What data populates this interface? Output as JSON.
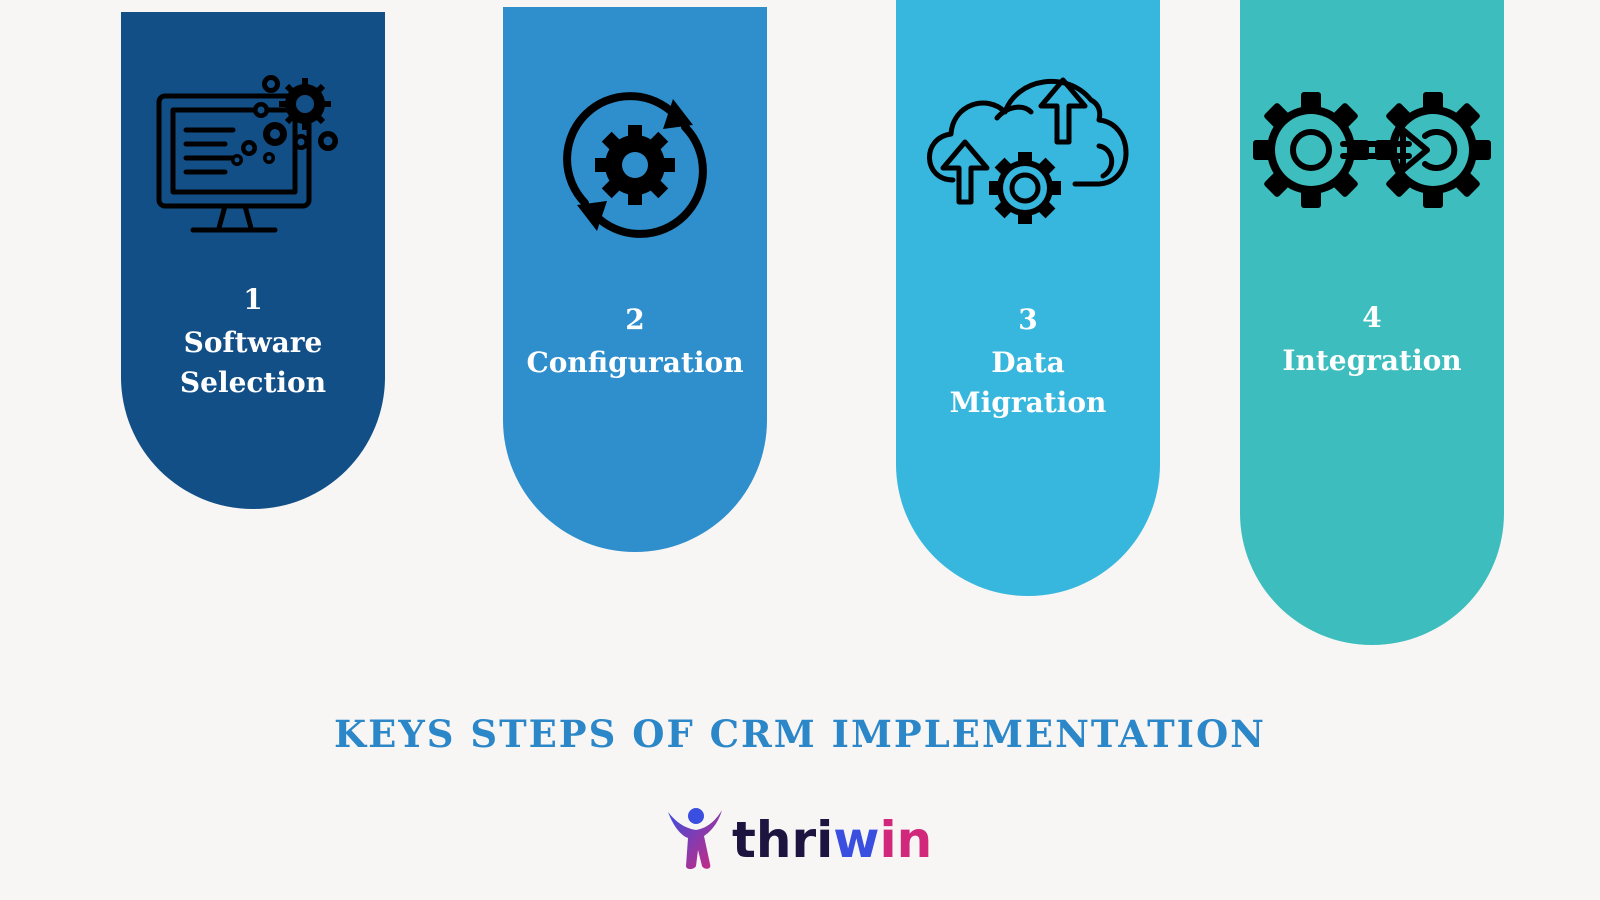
{
  "steps": [
    {
      "number": "1",
      "title_lines": [
        "Software",
        "Selection"
      ],
      "icon": "computer-gears-icon",
      "color": "#134f87"
    },
    {
      "number": "2",
      "title_lines": [
        "Configuration"
      ],
      "icon": "gear-refresh-icon",
      "color": "#2f8ecc"
    },
    {
      "number": "3",
      "title_lines": [
        "Data",
        "Migration"
      ],
      "icon": "cloud-upload-gear-icon",
      "color": "#37b6de"
    },
    {
      "number": "4",
      "title_lines": [
        "Integration"
      ],
      "icon": "gears-arrow-icon",
      "color": "#3dbdbd"
    }
  ],
  "title": "KEYS STEPS OF CRM IMPLEMENTATION",
  "title_color": "#2c87c9",
  "logo": {
    "text_start": "thri",
    "text_w": "w",
    "text_end": "in",
    "icon": "thriwin-person-icon"
  }
}
